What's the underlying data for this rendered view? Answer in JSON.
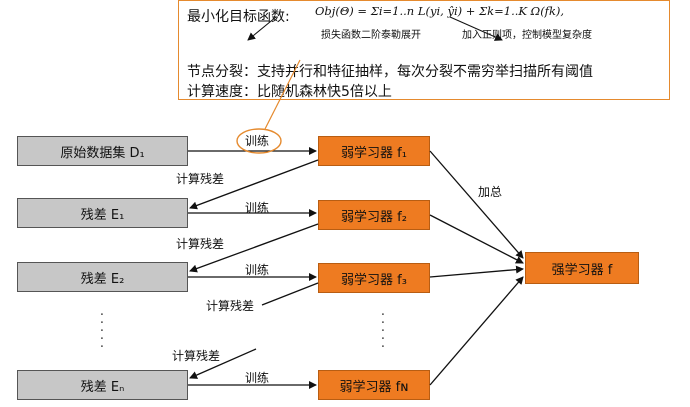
{
  "note": {
    "objective_label": "最小化目标函数:",
    "formula": "Obj(Θ) = Σi=1..n L(yi, ŷi) + Σk=1..K Ω(fk),",
    "loss_note": "损失函数二阶泰勒展开",
    "reg_note": "加入正则项，控制模型复杂度",
    "split_line": "节点分裂：支持并行和特征抽样，每次分裂不需穷举扫描所有阈值",
    "speed_line": "计算速度：比随机森林快5倍以上"
  },
  "left_boxes": [
    {
      "text": "原始数据集 D₁"
    },
    {
      "text": "残差 E₁"
    },
    {
      "text": "残差 E₂"
    },
    {
      "text": "残差 Eₙ"
    }
  ],
  "learners": [
    {
      "text": "弱学习器 f₁"
    },
    {
      "text": "弱学习器 f₂"
    },
    {
      "text": "弱学习器 f₃"
    },
    {
      "text": "弱学习器 fɴ"
    }
  ],
  "strong": {
    "text": "强学习器 f"
  },
  "labels": {
    "train": "训练",
    "residual": "计算残差",
    "sum": "加总"
  },
  "colors": {
    "learner": "#ee7b21",
    "data": "#c7c7c7",
    "note_border": "#e58a2e"
  }
}
